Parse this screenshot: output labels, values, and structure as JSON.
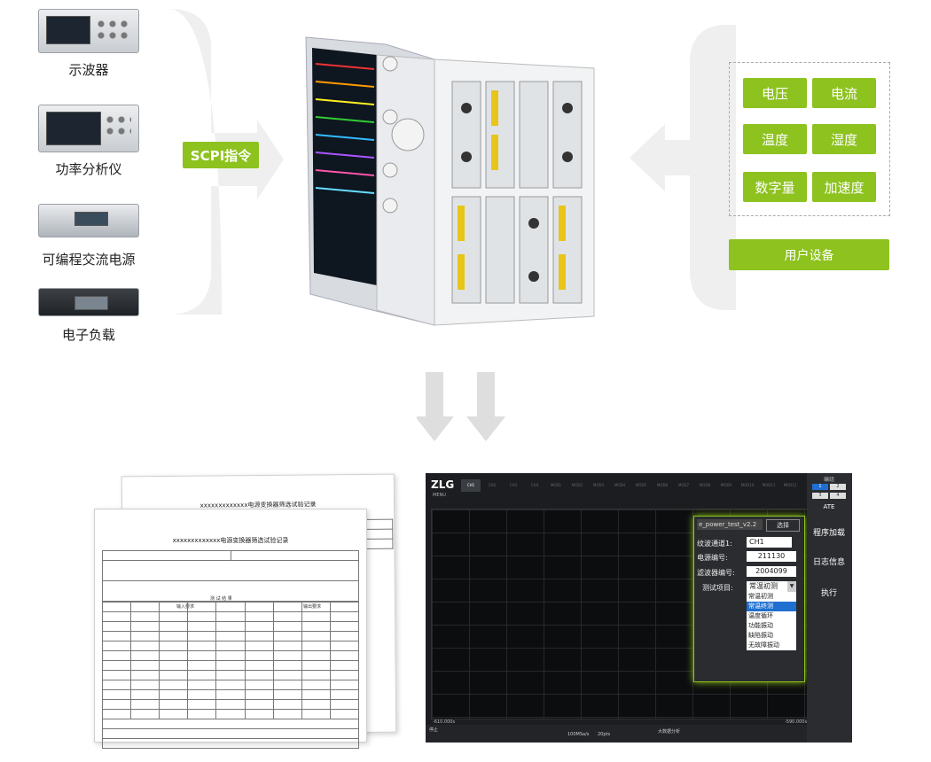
{
  "left_devices": [
    {
      "label": "示波器",
      "icon": "oscilloscope-icon"
    },
    {
      "label": "功率分析仪",
      "icon": "power-analyzer-icon"
    },
    {
      "label": "可编程交流电源",
      "icon": "ac-power-source-icon"
    },
    {
      "label": "电子负载",
      "icon": "electronic-load-icon"
    }
  ],
  "scpi_label": "SCPI指令",
  "sensors": [
    "电压",
    "电流",
    "温度",
    "湿度",
    "数字量",
    "加速度"
  ],
  "user_device_label": "用户设备",
  "accent": "#8dc21f",
  "docs": {
    "back_title": "xxxxxxxxxxxxx电源变换器筛选试验记录",
    "front_title": "xxxxxxxxxxxxx电源变换器筛选试验记录",
    "front_section": "测 试 结 果",
    "input_req": "输入要求",
    "output_req": "输出要求"
  },
  "screen": {
    "logo": "ZLG",
    "menu": "MENU",
    "channels": [
      "CH1",
      "CH2",
      "CH3",
      "CH4",
      "MOD1",
      "MOD2",
      "MOD3",
      "MOD4",
      "MOD5",
      "MOD6",
      "MOD7",
      "MOD8",
      "MOD9",
      "MOD10",
      "MOD11",
      "MOD12"
    ],
    "dialog_title": "e_power_test_v2.2",
    "select_btn": "选择",
    "fields": [
      {
        "label": "纹波通道1:",
        "value": "CH1"
      },
      {
        "label": "电源编号:",
        "value": "211130"
      },
      {
        "label": "滤波器编号:",
        "value": "2004099"
      },
      {
        "label": "测试项目:",
        "value": "常温初测"
      }
    ],
    "options": [
      "常温初测",
      "常温终测",
      "温度循环",
      "功能振动",
      "缺陷振动",
      "无故障振动"
    ],
    "side": {
      "top": "编组",
      "top_nums": [
        "1",
        "2",
        "3",
        "4"
      ],
      "ate": "ATE",
      "load": "程序加载",
      "log": "日志信息",
      "exec": "执行"
    },
    "bottom": {
      "left": "-610.000s",
      "right": "-590.000s",
      "stop": "停止",
      "rate": "100MSa/s",
      "pts": "20pts",
      "big": "大数据分析"
    }
  }
}
